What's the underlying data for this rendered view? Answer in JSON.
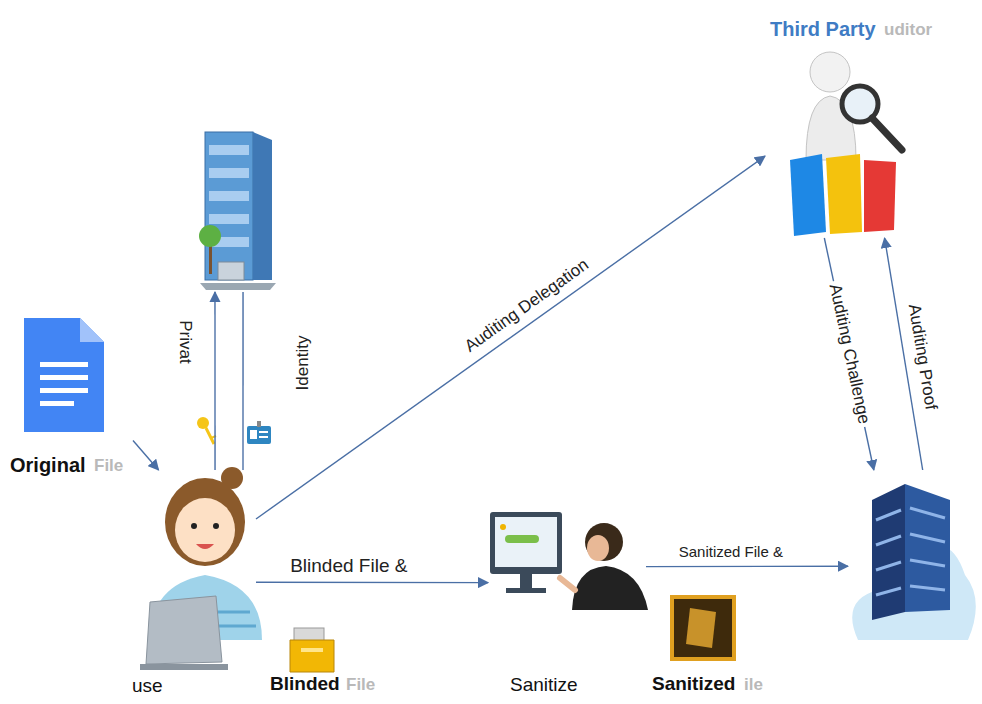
{
  "diagram": {
    "nodes": [
      {
        "text": [
          "Original",
          "File"
        ]
      },
      {
        "text": []
      },
      {
        "text": [
          "use"
        ]
      },
      {
        "text": [
          "Third Party",
          "uditor"
        ]
      },
      {
        "text": [
          "Sanitize"
        ]
      },
      {
        "text": [
          "Blinded",
          "File"
        ]
      },
      {
        "text": [
          "Sanitized",
          "ile"
        ]
      },
      {
        "text": []
      }
    ],
    "edges": [
      {
        "from": 0,
        "to": 2,
        "arrow": "to"
      },
      {
        "from": 2,
        "to": 1,
        "label": "Privat",
        "arrow": "to"
      },
      {
        "from": 2,
        "to": 1,
        "label": "Identity",
        "arrow": "none"
      },
      {
        "from": 2,
        "to": 3,
        "label": "Auditing Delegation",
        "arrow": "to"
      },
      {
        "from": 2,
        "to": 4,
        "label": "Blinded File &",
        "arrow": "to"
      },
      {
        "from": 4,
        "to": 7,
        "label": "Sanitized File &",
        "arrow": "to"
      },
      {
        "from": 3,
        "to": 7,
        "label": "Auditing Challenge",
        "arrow": "to"
      },
      {
        "from": 7,
        "to": 3,
        "label": "Auditing Proof",
        "arrow": "to"
      }
    ]
  }
}
